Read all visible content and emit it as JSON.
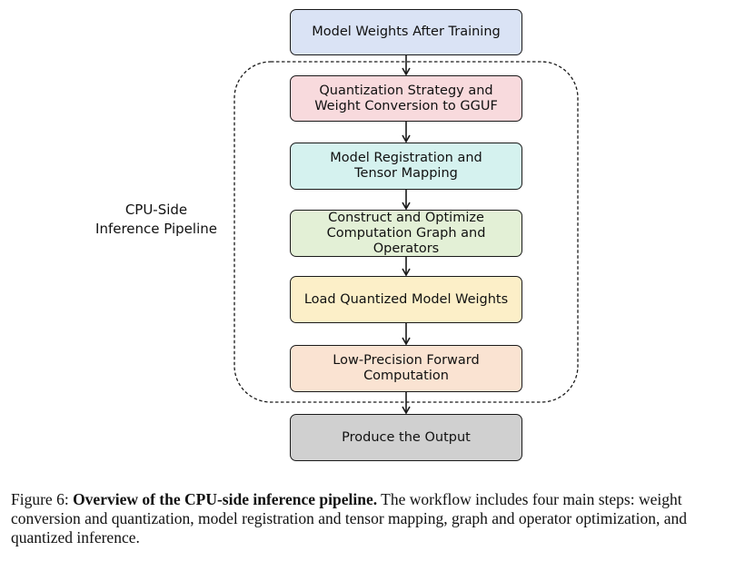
{
  "diagram": {
    "group_label": "CPU-Side\nInference Pipeline",
    "steps": [
      {
        "label": "Model Weights After Training",
        "fill": "#dae3f5"
      },
      {
        "label": "Quantization Strategy and\nWeight Conversion to GGUF",
        "fill": "#f8dadd"
      },
      {
        "label": "Model Registration and\nTensor Mapping",
        "fill": "#d5f2ef"
      },
      {
        "label": "Construct and Optimize\nComputation Graph and Operators",
        "fill": "#e3f0d6"
      },
      {
        "label": "Load Quantized Model Weights",
        "fill": "#fcefc8"
      },
      {
        "label": "Low-Precision Forward\nComputation",
        "fill": "#fae3d2"
      },
      {
        "label": "Produce the Output",
        "fill": "#d0d0d0"
      }
    ]
  },
  "caption": {
    "prefix": "Figure 6: ",
    "bold": "Overview of the CPU-side inference pipeline.",
    "text": " The workflow includes four main steps: weight conversion and quantization, model registration and tensor mapping, graph and operator optimization, and quantized inference."
  }
}
